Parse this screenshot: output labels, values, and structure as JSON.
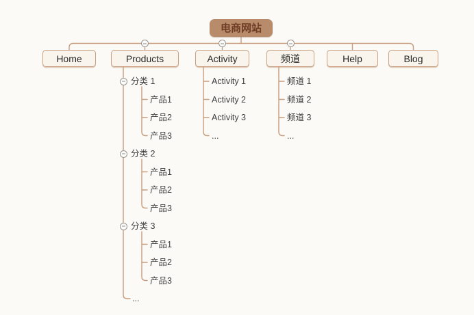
{
  "colors": {
    "canvas_bg": "#fbfaf7",
    "root_bg": "#b88c6a",
    "root_text": "#6f3c26",
    "topic_bg": "#faf5ec",
    "topic_border": "#c99f7f",
    "connector": "#c79d7c",
    "leaf_text": "#3d3d3d",
    "toggle_gray": "#8a8a8a"
  },
  "root": {
    "label": "电商网站"
  },
  "level1": [
    {
      "id": "home",
      "label": "Home"
    },
    {
      "id": "products",
      "label": "Products"
    },
    {
      "id": "activity",
      "label": "Activity"
    },
    {
      "id": "channel",
      "label": "频道"
    },
    {
      "id": "help",
      "label": "Help"
    },
    {
      "id": "blog",
      "label": "Blog"
    }
  ],
  "products": {
    "categories": [
      {
        "label": "分类 1",
        "items": [
          "产品1",
          "产品2",
          "产品3"
        ]
      },
      {
        "label": "分类 2",
        "items": [
          "产品1",
          "产品2",
          "产品3"
        ]
      },
      {
        "label": "分类 3",
        "items": [
          "产品1",
          "产品2",
          "产品3"
        ]
      }
    ],
    "more": "..."
  },
  "activity": {
    "items": [
      "Activity 1",
      "Activity 2",
      "Activity 3"
    ],
    "more": "..."
  },
  "channel": {
    "items": [
      "频道 1",
      "频道 2",
      "频道 3"
    ],
    "more": "..."
  }
}
